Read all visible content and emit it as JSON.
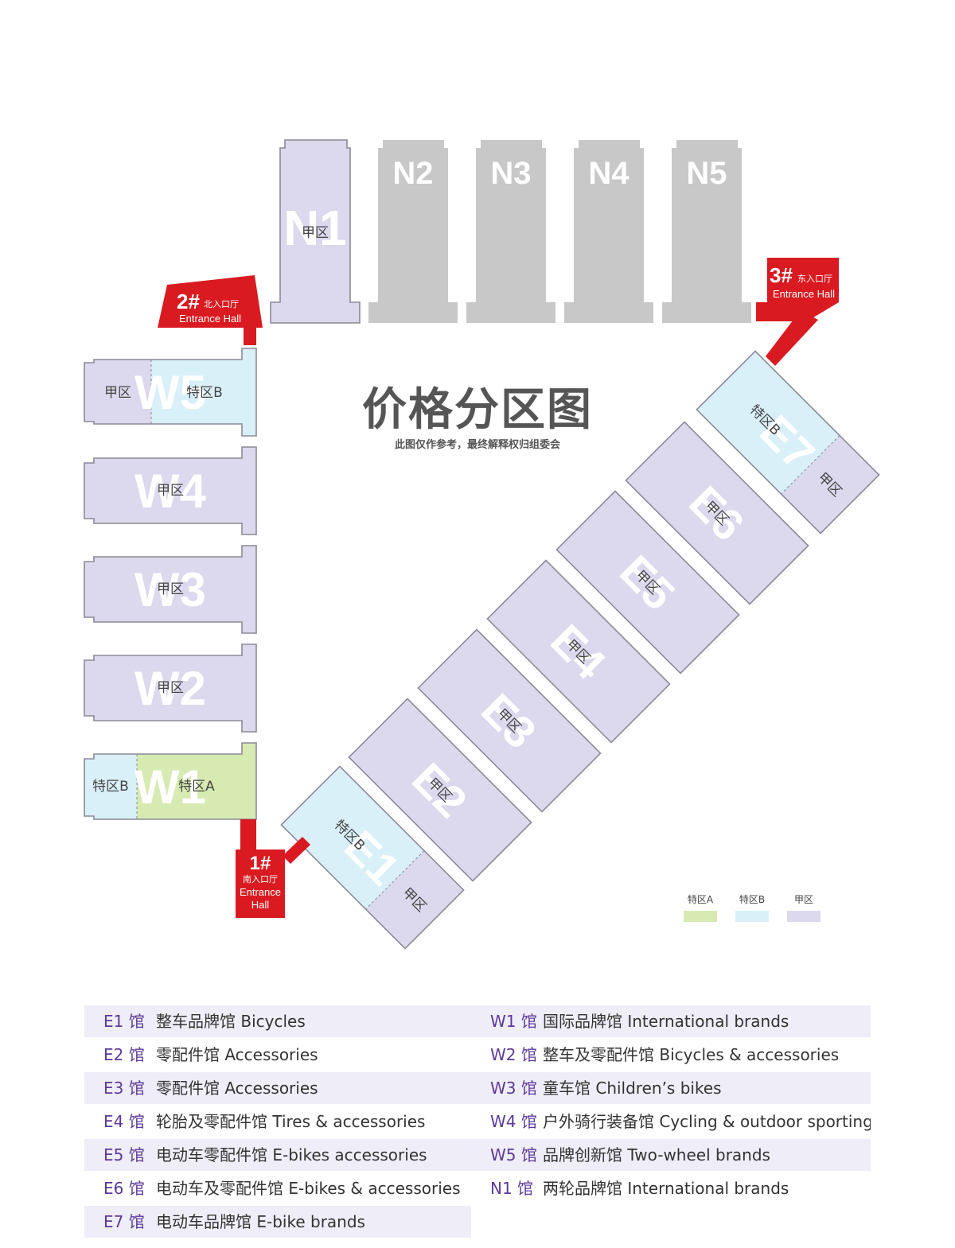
{
  "colors": {
    "jia_zone": "#dcd9ee",
    "special_a": "#d7eab2",
    "special_b": "#d9f0f9",
    "inactive_hall": "#c8c8c8",
    "entrance": "#d91a20",
    "table_shade": "#efedf7"
  },
  "title": "价格分区图",
  "subtitle": "此图仅作参考，最终解释权归组委会",
  "halls": {
    "N1": "N1",
    "N2": "N2",
    "N3": "N3",
    "N4": "N4",
    "N5": "N5",
    "W1": "W1",
    "W2": "W2",
    "W3": "W3",
    "W4": "W4",
    "W5": "W5",
    "E1": "E1",
    "E2": "E2",
    "E3": "E3",
    "E4": "E4",
    "E5": "E5",
    "E6": "E6",
    "E7": "E7"
  },
  "zones": {
    "jia": "甲区",
    "special_a": "特区A",
    "special_b": "特区B"
  },
  "entrances": {
    "e1": {
      "num": "1#",
      "name": "南入口厅",
      "en1": "Entrance",
      "en2": "Hall"
    },
    "e2": {
      "num": "2#",
      "name": "北入口厅",
      "en": "Entrance Hall"
    },
    "e3": {
      "num": "3#",
      "name": "东入口厅",
      "en": "Entrance Hall"
    }
  },
  "legend": [
    {
      "label": "特区A",
      "color": "#d7eab2"
    },
    {
      "label": "特区B",
      "color": "#d9f0f9"
    },
    {
      "label": "甲区",
      "color": "#dcd9ee"
    }
  ],
  "hall_list": [
    {
      "left": {
        "code": "E1 馆",
        "desc": "整车品牌馆 Bicycles"
      },
      "right": {
        "code": "W1 馆",
        "desc": "国际品牌馆 International brands"
      }
    },
    {
      "left": {
        "code": "E2 馆",
        "desc": "零配件馆 Accessories"
      },
      "right": {
        "code": "W2 馆",
        "desc": "整车及零配件馆 Bicycles & accessories"
      }
    },
    {
      "left": {
        "code": "E3 馆",
        "desc": "零配件馆 Accessories"
      },
      "right": {
        "code": "W3 馆",
        "desc": "童车馆 Children’s bikes"
      }
    },
    {
      "left": {
        "code": "E4 馆",
        "desc": "轮胎及零配件馆 Tires & accessories"
      },
      "right": {
        "code": "W4 馆",
        "desc": "户外骑行装备馆 Cycling & outdoor sporting"
      }
    },
    {
      "left": {
        "code": "E5 馆",
        "desc": "电动车零配件馆 E-bikes accessories"
      },
      "right": {
        "code": "W5 馆",
        "desc": "品牌创新馆 Two-wheel brands"
      }
    },
    {
      "left": {
        "code": "E6 馆",
        "desc": "电动车及零配件馆 E-bikes & accessories"
      },
      "right": {
        "code": "N1 馆",
        "desc": "两轮品牌馆 International brands"
      }
    },
    {
      "left": {
        "code": "E7 馆",
        "desc": "电动车品牌馆 E-bike brands"
      },
      "right": null
    }
  ]
}
